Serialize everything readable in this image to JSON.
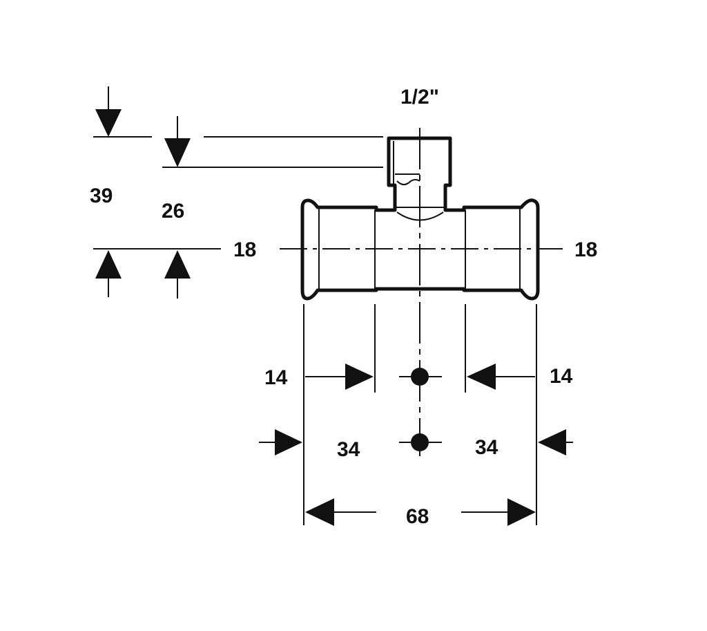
{
  "labels": {
    "thread_size": "1/2\"",
    "total_height": "39",
    "branch_height": "26",
    "left_diameter": "18",
    "right_diameter": "18",
    "left_insertion": "14",
    "right_insertion": "14",
    "left_half_length": "34",
    "right_half_length": "34",
    "total_length": "68"
  },
  "colors": {
    "line": "#111111",
    "background": "#ffffff"
  }
}
